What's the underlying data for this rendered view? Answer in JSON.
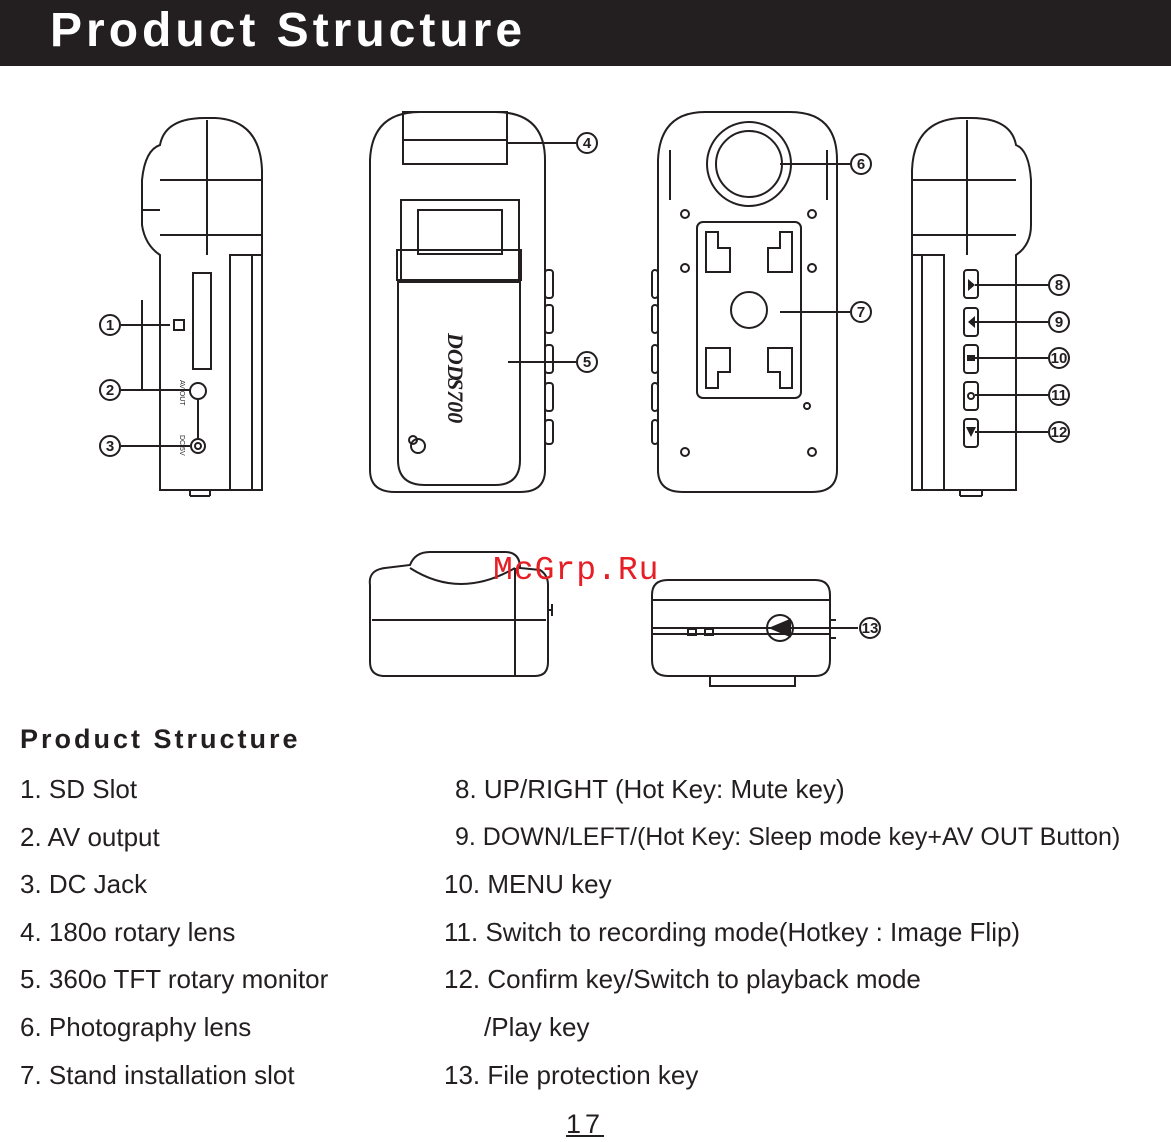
{
  "header": {
    "title": "Product Structure"
  },
  "watermark": "McGrp.Ru",
  "diagram": {
    "callouts": [
      "1",
      "2",
      "3",
      "4",
      "5",
      "6",
      "7",
      "8",
      "9",
      "10",
      "11",
      "12",
      "13"
    ],
    "port_labels": {
      "av_out": "AV OUT",
      "dc": "DC 5V"
    },
    "brand_text": "DOD",
    "model_text": "S700"
  },
  "section": {
    "title": "Product Structure",
    "left_items": [
      "1.  SD Slot",
      "2.  AV output",
      "3.  DC Jack",
      "4.  180o rotary lens",
      "5.  360o TFT rotary monitor",
      "6.  Photography lens",
      "7.  Stand installation slot"
    ],
    "right_items": [
      "8.  UP/RIGHT (Hot Key: Mute key)",
      "9.  DOWN/LEFT/(Hot Key: Sleep mode key+AV OUT Button)",
      "10. MENU key",
      "11. Switch to recording mode(Hotkey : Image Flip)",
      "12. Confirm key/Switch to playback mode",
      "/Play key",
      "13. File protection key"
    ]
  },
  "footer": {
    "page_number": "17"
  },
  "colors": {
    "header_bg": "#231f20",
    "ink": "#231f20",
    "watermark": "#e61e25"
  }
}
